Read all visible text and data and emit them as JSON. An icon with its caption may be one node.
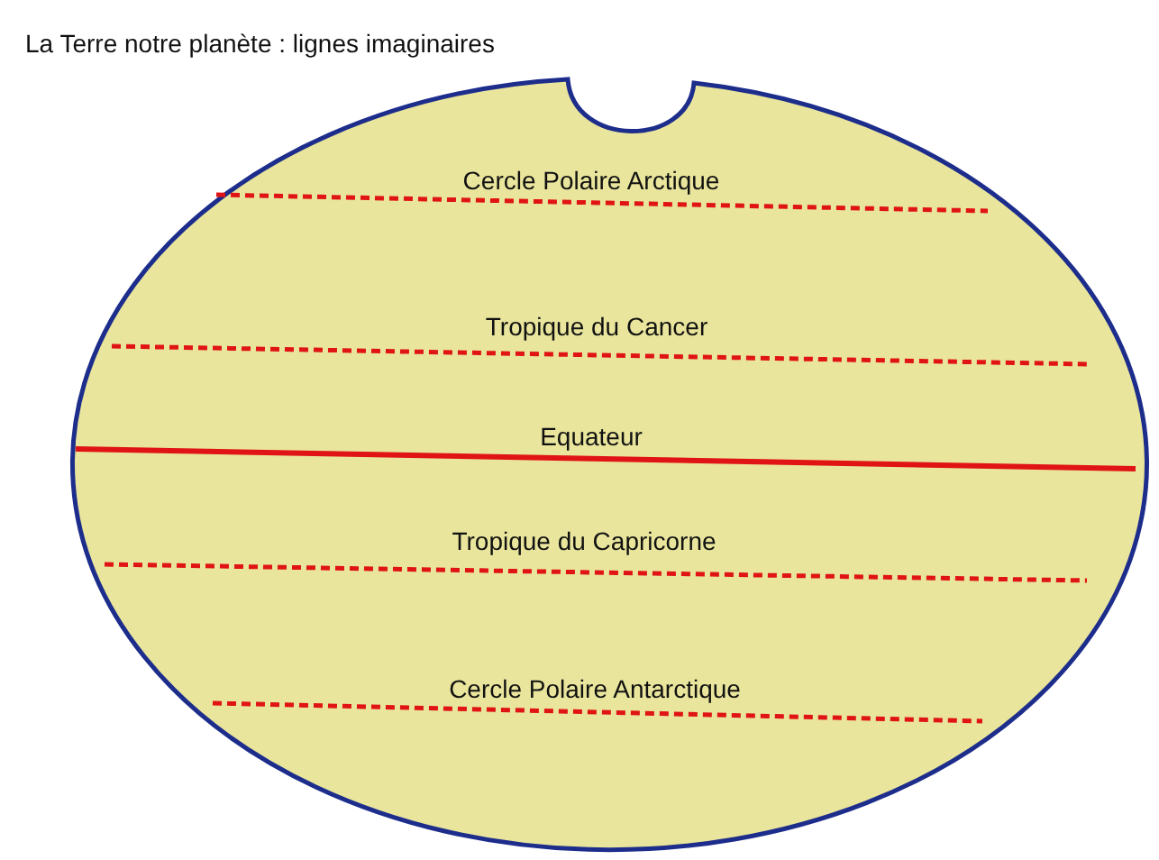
{
  "diagram": {
    "title": "La Terre notre planète : lignes imaginaires",
    "labels": [
      "Cercle Polaire Arctique",
      "Tropique du Cancer",
      "Equateur",
      "Tropique du Capricorne",
      "Cercle Polaire Antarctique"
    ]
  }
}
